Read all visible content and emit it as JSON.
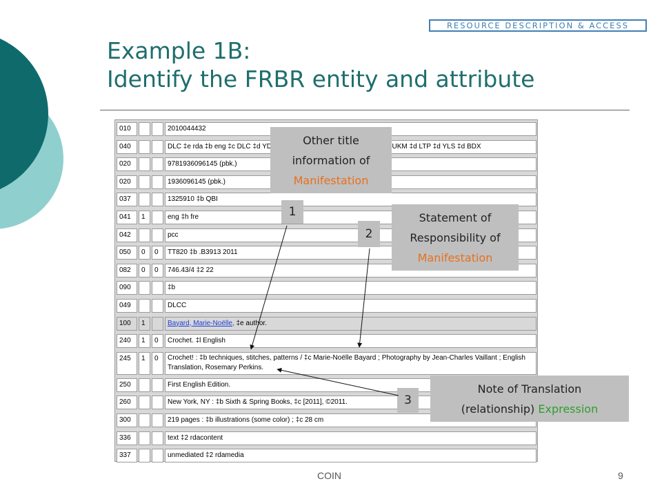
{
  "logo": {
    "text": "RESOURCE DESCRIPTION & ACCESS"
  },
  "title": {
    "line1": "Example 1B:",
    "line2": "Identify the FRBR entity and attribute"
  },
  "marc": [
    {
      "tag": "010",
      "ind1": "",
      "ind2": "",
      "text": "2010044432"
    },
    {
      "tag": "040",
      "ind1": "",
      "ind2": "",
      "text": "DLC ‡e rda ‡b eng ‡c DLC ‡d YDX ‡d BTCTA ‡d OCLCO ‡d YDXCP ‡d UKM ‡d LTP ‡d YLS ‡d BDX"
    },
    {
      "tag": "020",
      "ind1": "",
      "ind2": "",
      "text": "9781936096145 (pbk.)"
    },
    {
      "tag": "020",
      "ind1": "",
      "ind2": "",
      "text": "1936096145 (pbk.)"
    },
    {
      "tag": "037",
      "ind1": "",
      "ind2": "",
      "text": "1325910 ‡b QBI"
    },
    {
      "tag": "041",
      "ind1": "1",
      "ind2": "",
      "text": "eng ‡h fre"
    },
    {
      "tag": "042",
      "ind1": "",
      "ind2": "",
      "text": "pcc"
    },
    {
      "tag": "050",
      "ind1": "0",
      "ind2": "0",
      "text": "TT820 ‡b .B3913 2011"
    },
    {
      "tag": "082",
      "ind1": "0",
      "ind2": "0",
      "text": "746.43/4 ‡2 22"
    },
    {
      "tag": "090",
      "ind1": "",
      "ind2": "",
      "text": "‡b"
    },
    {
      "tag": "049",
      "ind1": "",
      "ind2": "",
      "text": "DLCC"
    },
    {
      "tag": "100",
      "ind1": "1",
      "ind2": "",
      "link": "Bayard, Marie-Noëlle,",
      "text": " ‡e author."
    },
    {
      "tag": "240",
      "ind1": "1",
      "ind2": "0",
      "text": "Crochet. ‡l English"
    },
    {
      "tag": "245",
      "ind1": "1",
      "ind2": "0",
      "text": "Crochet! : ‡b techniques, stitches, patterns / ‡c Marie-Noëlle Bayard ; Photography by Jean-Charles Vaillant ; English Translation, Rosemary Perkins."
    },
    {
      "tag": "250",
      "ind1": "",
      "ind2": "",
      "text": "First English Edition."
    },
    {
      "tag": "260",
      "ind1": "",
      "ind2": "",
      "text": "New York, NY : ‡b Sixth & Spring Books, ‡c [2011], ©2011."
    },
    {
      "tag": "300",
      "ind1": "",
      "ind2": "",
      "text": "219 pages : ‡b illustrations (some color) ; ‡c 28 cm"
    },
    {
      "tag": "336",
      "ind1": "",
      "ind2": "",
      "text": "text ‡2 rdacontent"
    },
    {
      "tag": "337",
      "ind1": "",
      "ind2": "",
      "text": "unmediated ‡2 rdamedia"
    }
  ],
  "callouts": {
    "c1": {
      "line1": "Other title",
      "line2": "information of",
      "line3": "Manifestation"
    },
    "c2": {
      "line1": "Statement of",
      "line2": "Responsibility of",
      "line3": "Manifestation"
    },
    "c3": {
      "line1": "Note of Translation",
      "line2a": "(relationship) ",
      "line2b": "Expression"
    }
  },
  "numbers": {
    "n1": "1",
    "n2": "2",
    "n3": "3"
  },
  "footer": {
    "center": "COIN",
    "page": "9"
  },
  "colors": {
    "title": "#1f6e6e",
    "orange": "#e8701c",
    "green": "#2e9e2e",
    "teal_dark": "#0f6b6b",
    "teal_light": "#8fd0cf"
  }
}
